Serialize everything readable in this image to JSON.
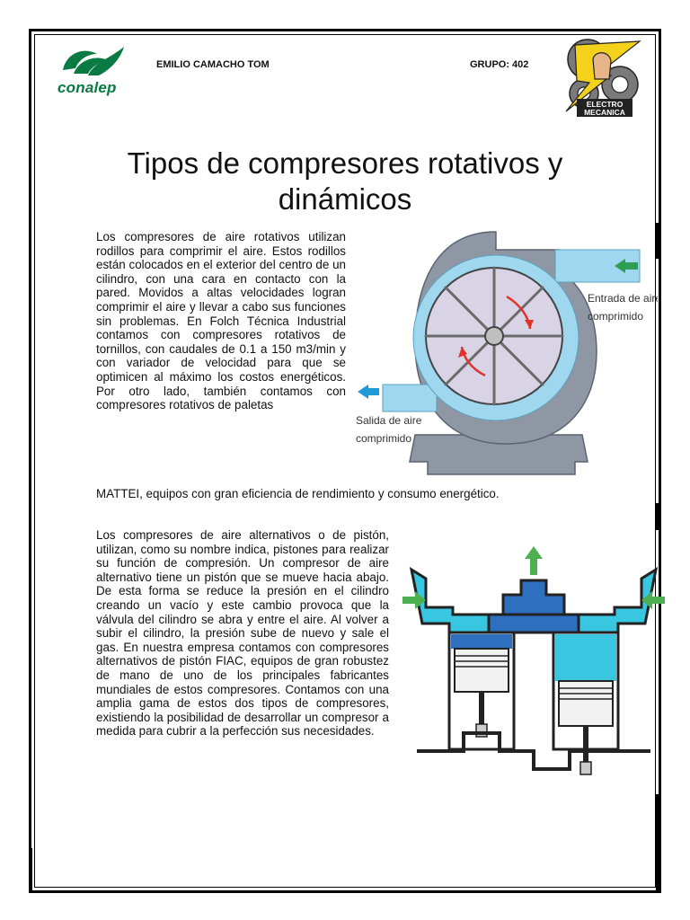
{
  "header": {
    "school_logo_text": "conalep",
    "student_name": "EMILIO CAMACHO TOM",
    "group": "GRUPO: 402",
    "badge_text_line1": "ELECTRO",
    "badge_text_line2": "MECANICA"
  },
  "title": {
    "line1": "Tipos de compresores rotativos y",
    "line2": "dinámicos"
  },
  "section1": {
    "paragraph": "Los compresores de aire rotativos utilizan rodillos para comprimir el aire. Estos rodillos están colocados en el exterior del centro de un cilindro, con una cara en contacto con la pared. Movidos a altas velocidades logran comprimir el aire y llevar a cabo sus funciones sin problemas. En Folch Técnica Industrial contamos con compresores rotativos de tornillos, con caudales de 0.1 a 150 m3/min y con variador de velocidad para que se optimicen al máximo los costos energéticos. Por otro lado, también contamos con compresores rotativos de paletas",
    "tail": "MATTEI, equipos con gran eficiencia de rendimiento y consumo energético.",
    "diagram_inlet_line1": "Entrada de aire",
    "diagram_inlet_line2": "comprimido",
    "diagram_outlet_line1": "Salida de aire",
    "diagram_outlet_line2": "comprimido"
  },
  "section2": {
    "paragraph": "Los compresores de aire alternativos o de pistón, utilizan, como su nombre indica, pistones para realizar su función de compresión. Un compresor de aire alternativo tiene un pistón que se mueve hacia abajo. De esta forma se reduce la presión en el cilindro creando un vacío y este cambio provoca que la válvula del cilindro se abra y entre el aire. Al volver a subir el cilindro, la presión sube de nuevo y sale el gas. En nuestra empresa contamos con compresores alternativos de pistón FIAC, equipos de gran robustez de mano de uno de los principales fabricantes mundiales de estos compresores. Contamos con una amplia gama de estos dos tipos de compresores, existiendo la posibilidad de desarrollar un compresor a medida para cubrir a la perfección sus necesidades."
  },
  "colors": {
    "conalep_green": "#0a7a43",
    "diagram_gray": "#8e97a3",
    "diagram_blue": "#9fd8ee",
    "piston_cyan": "#38c6e0",
    "piston_darkblue": "#2f6fc0",
    "arrow_green": "#4caf50",
    "arrow_red": "#e0332b",
    "arrow_blue": "#1e9bd7"
  }
}
